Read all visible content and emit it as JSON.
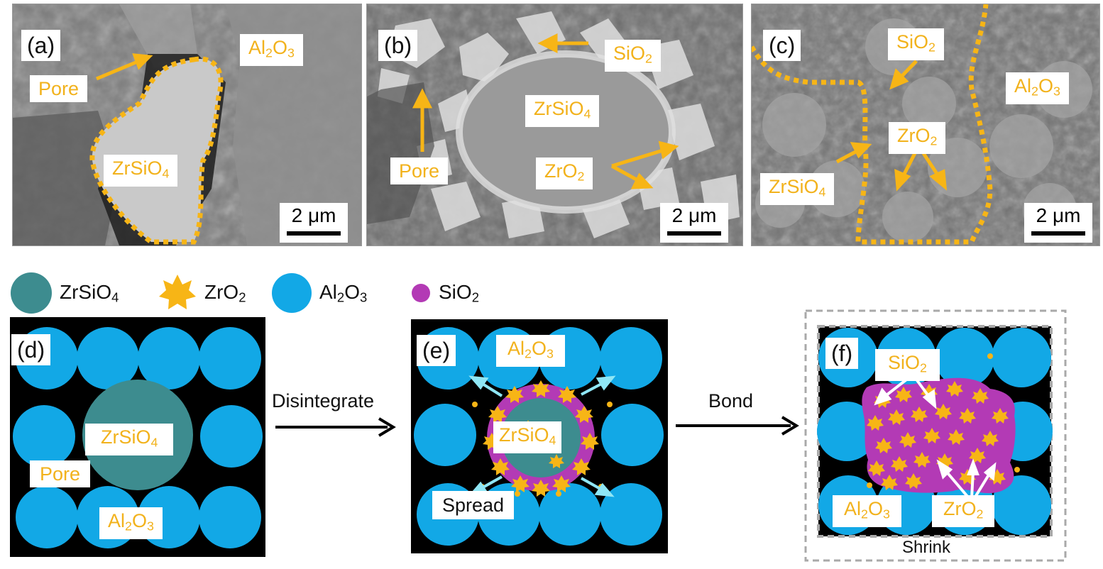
{
  "panels": {
    "a": {
      "tag": "(a)",
      "labels": {
        "pore": "Pore",
        "zrsio4": [
          "ZrSiO",
          "4",
          ""
        ],
        "al2o3": [
          "Al",
          "2",
          "O",
          "3"
        ]
      },
      "scale": "2 μm"
    },
    "b": {
      "tag": "(b)",
      "labels": {
        "sio2": [
          "SiO",
          "2"
        ],
        "zrsio4": [
          "ZrSiO",
          "4"
        ],
        "pore": "Pore",
        "zro2": [
          "ZrO",
          "2"
        ]
      },
      "scale": "2 μm"
    },
    "c": {
      "tag": "(c)",
      "labels": {
        "sio2": [
          "SiO",
          "2"
        ],
        "al2o3": [
          "Al",
          "2",
          "O",
          "3"
        ],
        "zro2": [
          "ZrO",
          "2"
        ],
        "zrsio4": [
          "ZrSiO",
          "4"
        ]
      },
      "scale": "2 μm"
    },
    "d": {
      "tag": "(d)",
      "labels": {
        "zrsio4": [
          "ZrSiO",
          "4"
        ],
        "pore": "Pore",
        "al2o3": [
          "Al",
          "2",
          "O",
          "3"
        ]
      }
    },
    "e": {
      "tag": "(e)",
      "labels": {
        "al2o3": [
          "Al",
          "2",
          "O",
          "3"
        ],
        "zrsio4": [
          "ZrSiO",
          "4"
        ],
        "spread": "Spread"
      }
    },
    "f": {
      "tag": "(f)",
      "labels": {
        "sio2": [
          "SiO",
          "2"
        ],
        "al2o3": [
          "Al",
          "2",
          "O",
          "3"
        ],
        "zro2": [
          "ZrO",
          "2"
        ],
        "shrink": "Shrink"
      }
    }
  },
  "legend": [
    {
      "icon": "zrsio4-circle-icon",
      "main": "ZrSiO",
      "sub": "4",
      "tail": "",
      "color": "#3d8c8f"
    },
    {
      "icon": "zro2-star-icon",
      "main": "ZrO",
      "sub": "2",
      "tail": "",
      "color": "#f7b516"
    },
    {
      "icon": "al2o3-circle-icon",
      "main": "Al",
      "sub": "2",
      "tail": "O",
      "sub2": "3",
      "color": "#12a8e6"
    },
    {
      "icon": "sio2-dot-icon",
      "main": "SiO",
      "sub": "2",
      "tail": "",
      "color": "#b33ab5"
    }
  ],
  "steps": {
    "disintegrate": "Disintegrate",
    "bond": "Bond"
  },
  "colors": {
    "accent_label": "#f2b21c",
    "al2o3": "#12a8e6",
    "zrsio4": "#3d8c8f",
    "zro2": "#f7b516",
    "sio2": "#b33ab5",
    "spread_arrow": "#8fe6f5",
    "background_dark": "#000000"
  }
}
